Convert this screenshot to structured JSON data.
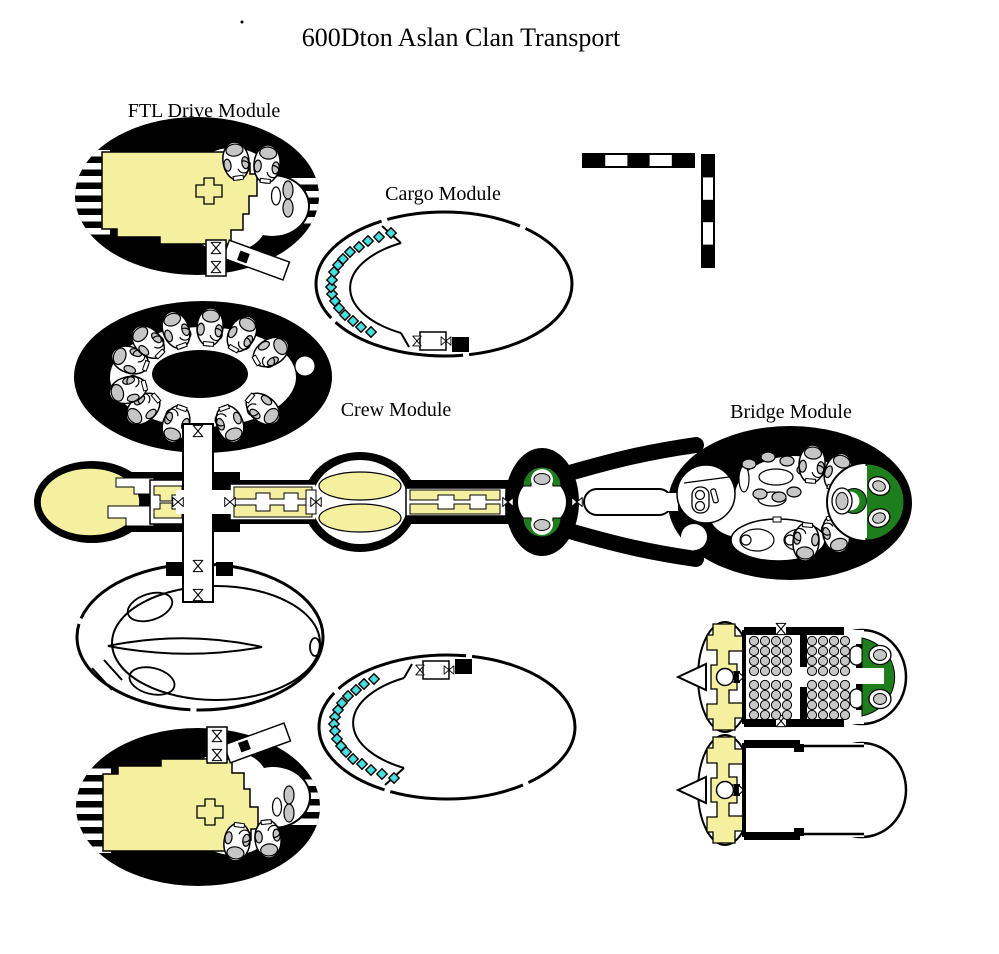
{
  "title": "600Dton Aslan Clan Transport",
  "modules": {
    "ftl": {
      "label": "FTL Drive Module"
    },
    "cargo": {
      "label": "Cargo Module",
      "seat_count": 17
    },
    "crew": {
      "label": "Crew Module",
      "cabin_count": 11
    },
    "bridge": {
      "label": "Bridge Module"
    }
  },
  "shuttle": {
    "seat_count": 64
  },
  "scale_bar": {
    "horizontal_segments": 5,
    "vertical_segments": 5
  },
  "colors": {
    "ink": "#000000",
    "machinery_yellow": "#F4F0A0",
    "cargo_seat_cyan": "#45E0E0",
    "bridge_green": "#1E7E1E",
    "furniture_gray": "#C6C6C6",
    "background": "#FFFFFF"
  }
}
